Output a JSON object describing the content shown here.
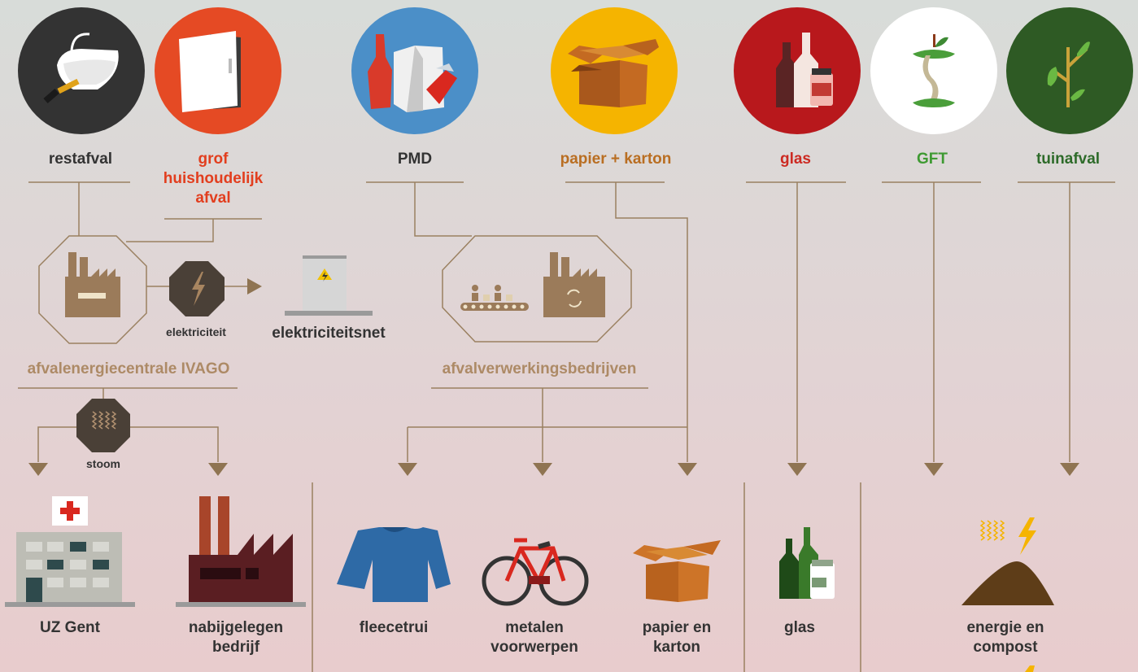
{
  "waste_streams": [
    {
      "label": "restafval",
      "icon": "bathtub-brush-icon",
      "color": "#333333"
    },
    {
      "label": "grof\nhuishoudelijk\nafval",
      "icon": "refrigerator-icon",
      "color": "#e54a24"
    },
    {
      "label": "PMD",
      "icon": "bottles-cans-cartons-icon",
      "color": "#4b8fc8"
    },
    {
      "label": "papier + karton",
      "icon": "cardboard-box-icon",
      "color": "#f5b400"
    },
    {
      "label": "glas",
      "icon": "glass-bottles-icon",
      "color": "#b8181c"
    },
    {
      "label": "GFT",
      "icon": "apple-core-icon",
      "color": "#ffffff"
    },
    {
      "label": "tuinafval",
      "icon": "branch-leaves-icon",
      "color": "#2e5a24"
    }
  ],
  "processing": {
    "energy_plant": "afvalenergiecentrale IVAGO",
    "electricity": "elektriciteit",
    "grid": "elektriciteitsnet",
    "steam": "stoom",
    "recyclers": "afvalverwerkingsbedrijven"
  },
  "outputs": [
    {
      "label": "UZ Gent",
      "icon": "hospital-icon"
    },
    {
      "label": "nabijgelegen\nbedrijf",
      "icon": "factory-icon"
    },
    {
      "label": "fleecetrui",
      "icon": "sweater-icon"
    },
    {
      "label": "metalen\nvoorwerpen",
      "icon": "bicycle-icon"
    },
    {
      "label": "papier en\nkarton",
      "icon": "cardboard-box-icon"
    },
    {
      "label": "glas",
      "icon": "glass-bottles-icon"
    },
    {
      "label": "energie en\ncompost",
      "icon": "compost-heap-icon"
    }
  ],
  "colors": {
    "line": "#9a8060",
    "arrow": "#8f7452",
    "factory": "#9b7b5a",
    "hex_dark": "#4a4037"
  }
}
